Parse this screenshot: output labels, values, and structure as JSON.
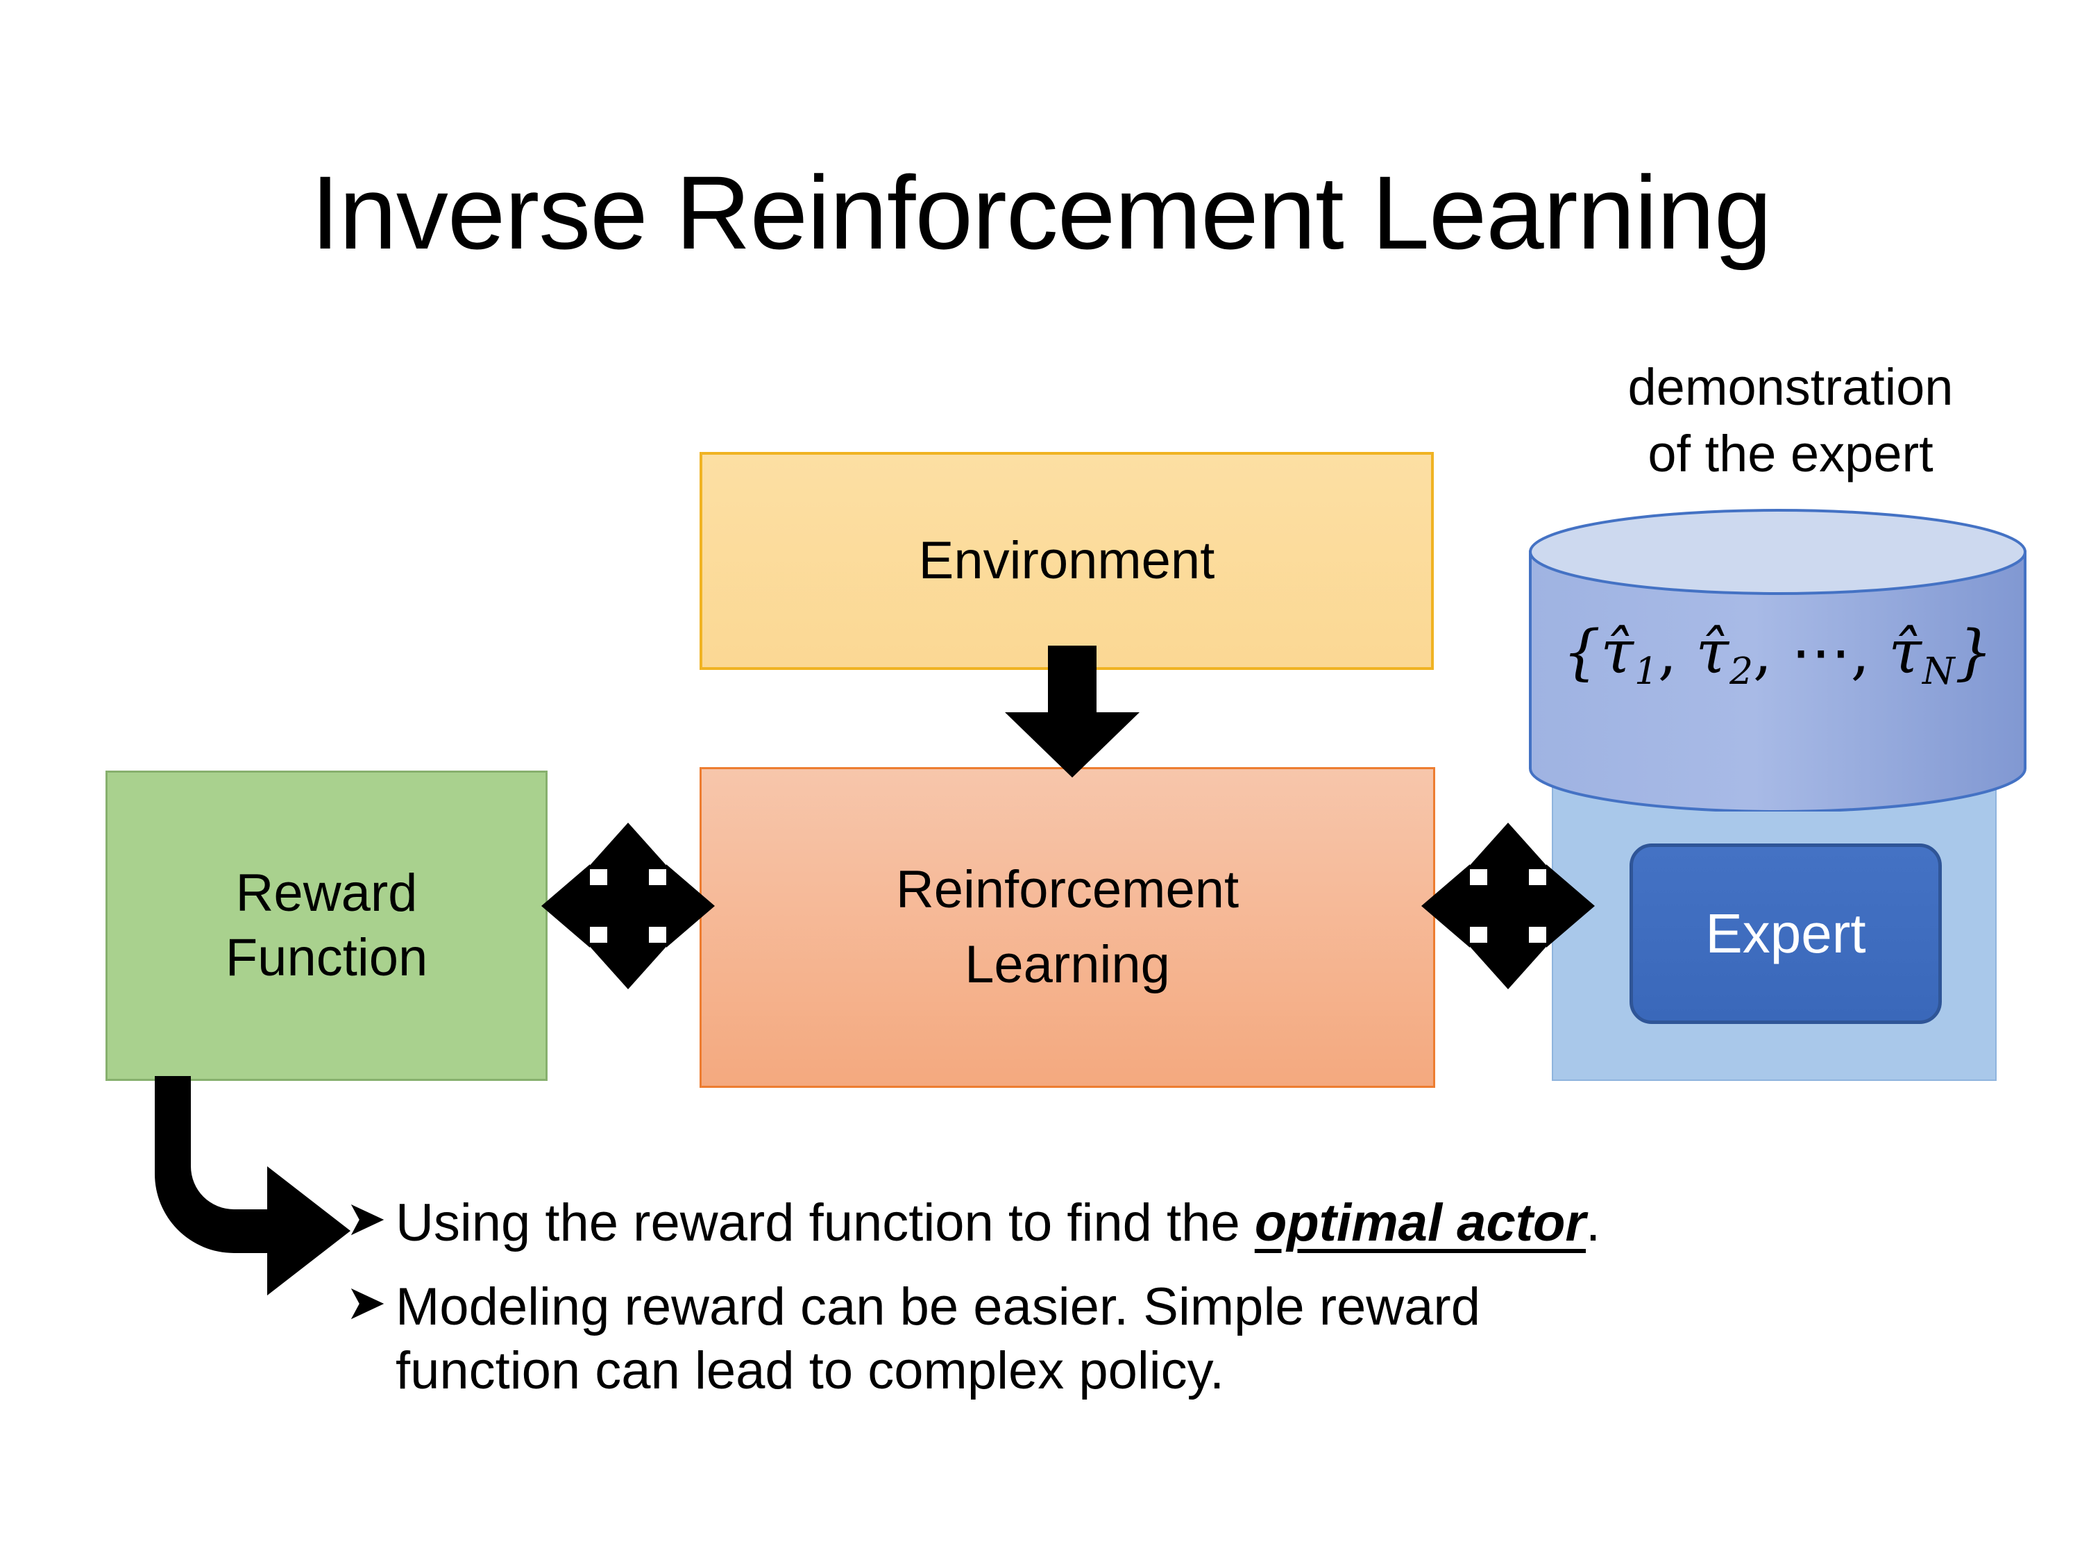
{
  "slide": {
    "title": "Inverse Reinforcement Learning",
    "background_color": "#FFFFFF"
  },
  "diagram": {
    "environment_box": {
      "label": "Environment",
      "fill_color": "#FBD894",
      "border_color": "#F0B323"
    },
    "reward_box": {
      "label_line1": "Reward",
      "label_line2": "Function",
      "fill_color": "#A9D18E",
      "border_color": "#87B06E"
    },
    "rl_box": {
      "label_line1": "Reinforcement",
      "label_line2": "Learning",
      "fill_color": "#F4A97F",
      "border_color": "#ED7D31"
    },
    "demonstration_caption_line1": "demonstration",
    "demonstration_caption_line2": "of the expert",
    "cylinder": {
      "formula_open": "{",
      "formula_tau1": "τ̂",
      "formula_sub1": "1",
      "formula_sep1": ", ",
      "formula_tau2": "τ̂",
      "formula_sub2": "2",
      "formula_sep2": ", ⋯, ",
      "formula_tau3": "τ̂",
      "formula_sub3": "N",
      "formula_close": "}",
      "top_fill_color": "#CDD9EF",
      "body_fill_color": "#8FA6DC",
      "border_color": "#4472C4"
    },
    "expert_panel": {
      "fill_color": "#A9C8EA",
      "border_color": "#8FB4DE"
    },
    "expert_box": {
      "label": "Expert",
      "fill_color": "#4472C4",
      "border_color": "#2F5597",
      "text_color": "#FFFFFF"
    },
    "arrows": {
      "env_to_rl": "down-arrow",
      "reward_rl_double": "left-right-up-down-arrow",
      "rl_expert_double": "left-right-up-down-arrow",
      "reward_to_bullets": "elbow-arrow-down-right",
      "color": "#000000"
    }
  },
  "bullets": [
    {
      "marker": "➤",
      "text_before": "Using the reward function to find the ",
      "emphasis": "optimal actor",
      "text_after": "."
    },
    {
      "marker": "➤",
      "text_before": "Modeling reward can be easier. Simple reward function can lead to complex policy.",
      "emphasis": "",
      "text_after": ""
    }
  ]
}
